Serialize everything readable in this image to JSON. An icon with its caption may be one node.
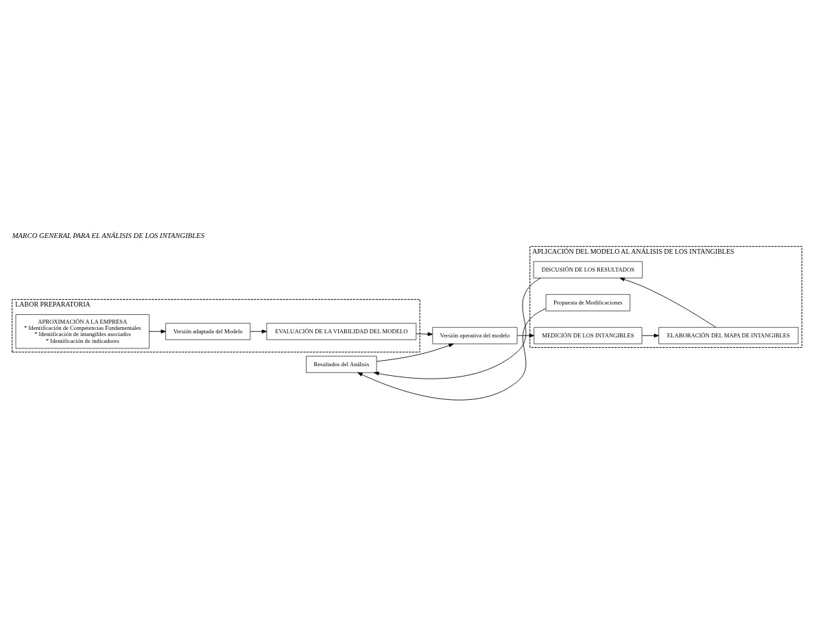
{
  "diagram": {
    "title": "MARCO GENERAL PARA EL ANÁLISIS DE LOS INTANGIBLES",
    "nodes": [
      {
        "text": [
          "LABOR PREPARATORIA"
        ]
      },
      {
        "text": [
          "APROXIMACIÓN A LA EMPRESA",
          "* Identificación de Competencias Fundamentales",
          "* Identificación de intangibles asociados",
          "* Identificación de indicadores"
        ],
        "in": 0
      },
      {
        "text": [
          "Versión adaptada del Modelo"
        ],
        "in": 0
      },
      {
        "text": [
          "EVALUACIÓN DE LA VIABILIDAD DEL MODELO"
        ],
        "in": 0
      },
      {
        "text": [
          "Resultados del Análisis"
        ]
      },
      {
        "text": [
          "Versión operativa del modelo"
        ]
      },
      {
        "text": [
          "APLICACIÓN DEL MODELO AL ANÁLISIS DE LOS INTANGIBLES"
        ]
      },
      {
        "text": [
          "DISCUSIÓN DE LOS RESULTADOS"
        ],
        "in": 6
      },
      {
        "text": [
          "Propuesta de Modificaciones"
        ],
        "in": 6
      },
      {
        "text": [
          "MEDICIÓN DE LOS INTANGIBLES"
        ],
        "in": 6
      },
      {
        "text": [
          "ELABORACIÓN DEL MAPA DE INTANGIBLES"
        ],
        "in": 6
      }
    ],
    "edges": [
      {
        "from": 1,
        "to": 2,
        "arrow": "to"
      },
      {
        "from": 2,
        "to": 3,
        "arrow": "to"
      },
      {
        "from": 3,
        "to": 5,
        "arrow": "to"
      },
      {
        "from": 4,
        "to": 5,
        "arrow": "to"
      },
      {
        "from": 5,
        "to": 9,
        "arrow": "to"
      },
      {
        "from": 9,
        "to": 10,
        "arrow": "to"
      },
      {
        "from": 10,
        "to": 7,
        "arrow": "to"
      },
      {
        "from": 7,
        "to": 4,
        "arrow": "to"
      },
      {
        "from": 8,
        "to": 4,
        "arrow": "to"
      }
    ]
  }
}
